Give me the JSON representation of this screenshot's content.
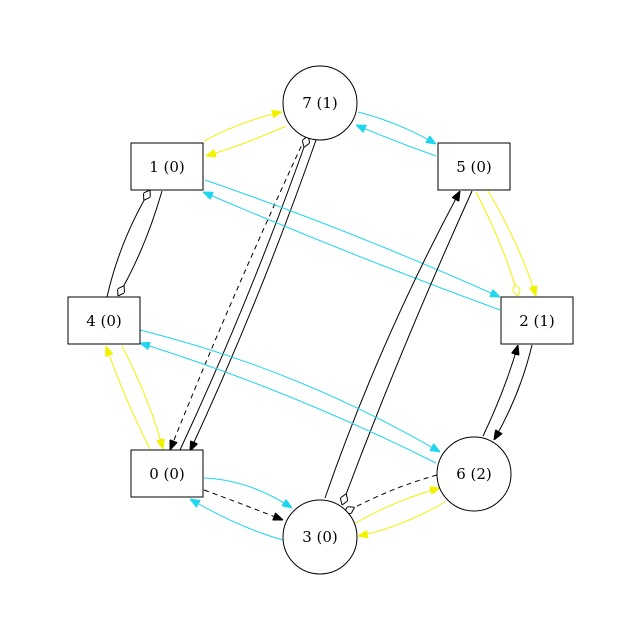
{
  "colors": {
    "black": "#000000",
    "cyan": "#1fd6ee",
    "yellow": "#f2f200"
  },
  "nodes": [
    {
      "id": "n7",
      "label": "7 (1)",
      "shape": "circle"
    },
    {
      "id": "n1",
      "label": "1 (0)",
      "shape": "box"
    },
    {
      "id": "n5",
      "label": "5 (0)",
      "shape": "box"
    },
    {
      "id": "n4",
      "label": "4 (0)",
      "shape": "box"
    },
    {
      "id": "n2",
      "label": "2 (1)",
      "shape": "box"
    },
    {
      "id": "n0",
      "label": "0 (0)",
      "shape": "box"
    },
    {
      "id": "n6",
      "label": "6 (2)",
      "shape": "circle"
    },
    {
      "id": "n3",
      "label": "3 (0)",
      "shape": "circle"
    }
  ],
  "edges": [
    {
      "from": "1",
      "to": "7",
      "color": "yellow",
      "style": "solid",
      "head": "filled"
    },
    {
      "from": "7",
      "to": "1",
      "color": "yellow",
      "style": "solid",
      "head": "filled"
    },
    {
      "from": "7",
      "to": "5",
      "color": "cyan",
      "style": "solid",
      "head": "filled"
    },
    {
      "from": "5",
      "to": "7",
      "color": "cyan",
      "style": "solid",
      "head": "filled"
    },
    {
      "from": "7",
      "to": "0",
      "color": "black",
      "style": "dashed",
      "head": "filled"
    },
    {
      "from": "0",
      "to": "7",
      "color": "black",
      "style": "solid",
      "head": "open-diamond"
    },
    {
      "from": "7",
      "to": "0",
      "color": "black",
      "style": "solid",
      "head": "filled"
    },
    {
      "from": "1",
      "to": "2",
      "color": "cyan",
      "style": "solid",
      "head": "filled"
    },
    {
      "from": "2",
      "to": "1",
      "color": "cyan",
      "style": "solid",
      "head": "filled"
    },
    {
      "from": "4",
      "to": "1",
      "color": "black",
      "style": "solid",
      "head": "open-diamond"
    },
    {
      "from": "1",
      "to": "4",
      "color": "black",
      "style": "solid",
      "head": "open-diamond"
    },
    {
      "from": "5",
      "to": "2",
      "color": "yellow",
      "style": "solid",
      "head": "open-diamond"
    },
    {
      "from": "5",
      "to": "2",
      "color": "yellow",
      "style": "solid",
      "head": "filled"
    },
    {
      "from": "3",
      "to": "5",
      "color": "black",
      "style": "solid",
      "head": "filled"
    },
    {
      "from": "5",
      "to": "3",
      "color": "black",
      "style": "solid",
      "head": "open-diamond"
    },
    {
      "from": "4",
      "to": "6",
      "color": "cyan",
      "style": "solid",
      "head": "filled"
    },
    {
      "from": "6",
      "to": "4",
      "color": "cyan",
      "style": "solid",
      "head": "filled"
    },
    {
      "from": "0",
      "to": "4",
      "color": "yellow",
      "style": "solid",
      "head": "filled"
    },
    {
      "from": "4",
      "to": "0",
      "color": "yellow",
      "style": "solid",
      "head": "filled"
    },
    {
      "from": "6",
      "to": "2",
      "color": "black",
      "style": "solid",
      "head": "filled"
    },
    {
      "from": "2",
      "to": "6",
      "color": "black",
      "style": "solid",
      "head": "filled"
    },
    {
      "from": "6",
      "to": "3",
      "color": "black",
      "style": "dashed",
      "head": "open-diamond"
    },
    {
      "from": "3",
      "to": "6",
      "color": "yellow",
      "style": "solid",
      "head": "filled"
    },
    {
      "from": "6",
      "to": "3",
      "color": "yellow",
      "style": "solid",
      "head": "filled"
    },
    {
      "from": "0",
      "to": "3",
      "color": "cyan",
      "style": "solid",
      "head": "filled"
    },
    {
      "from": "3",
      "to": "0",
      "color": "cyan",
      "style": "solid",
      "head": "filled"
    },
    {
      "from": "0",
      "to": "3",
      "color": "black",
      "style": "dashed",
      "head": "filled"
    }
  ]
}
